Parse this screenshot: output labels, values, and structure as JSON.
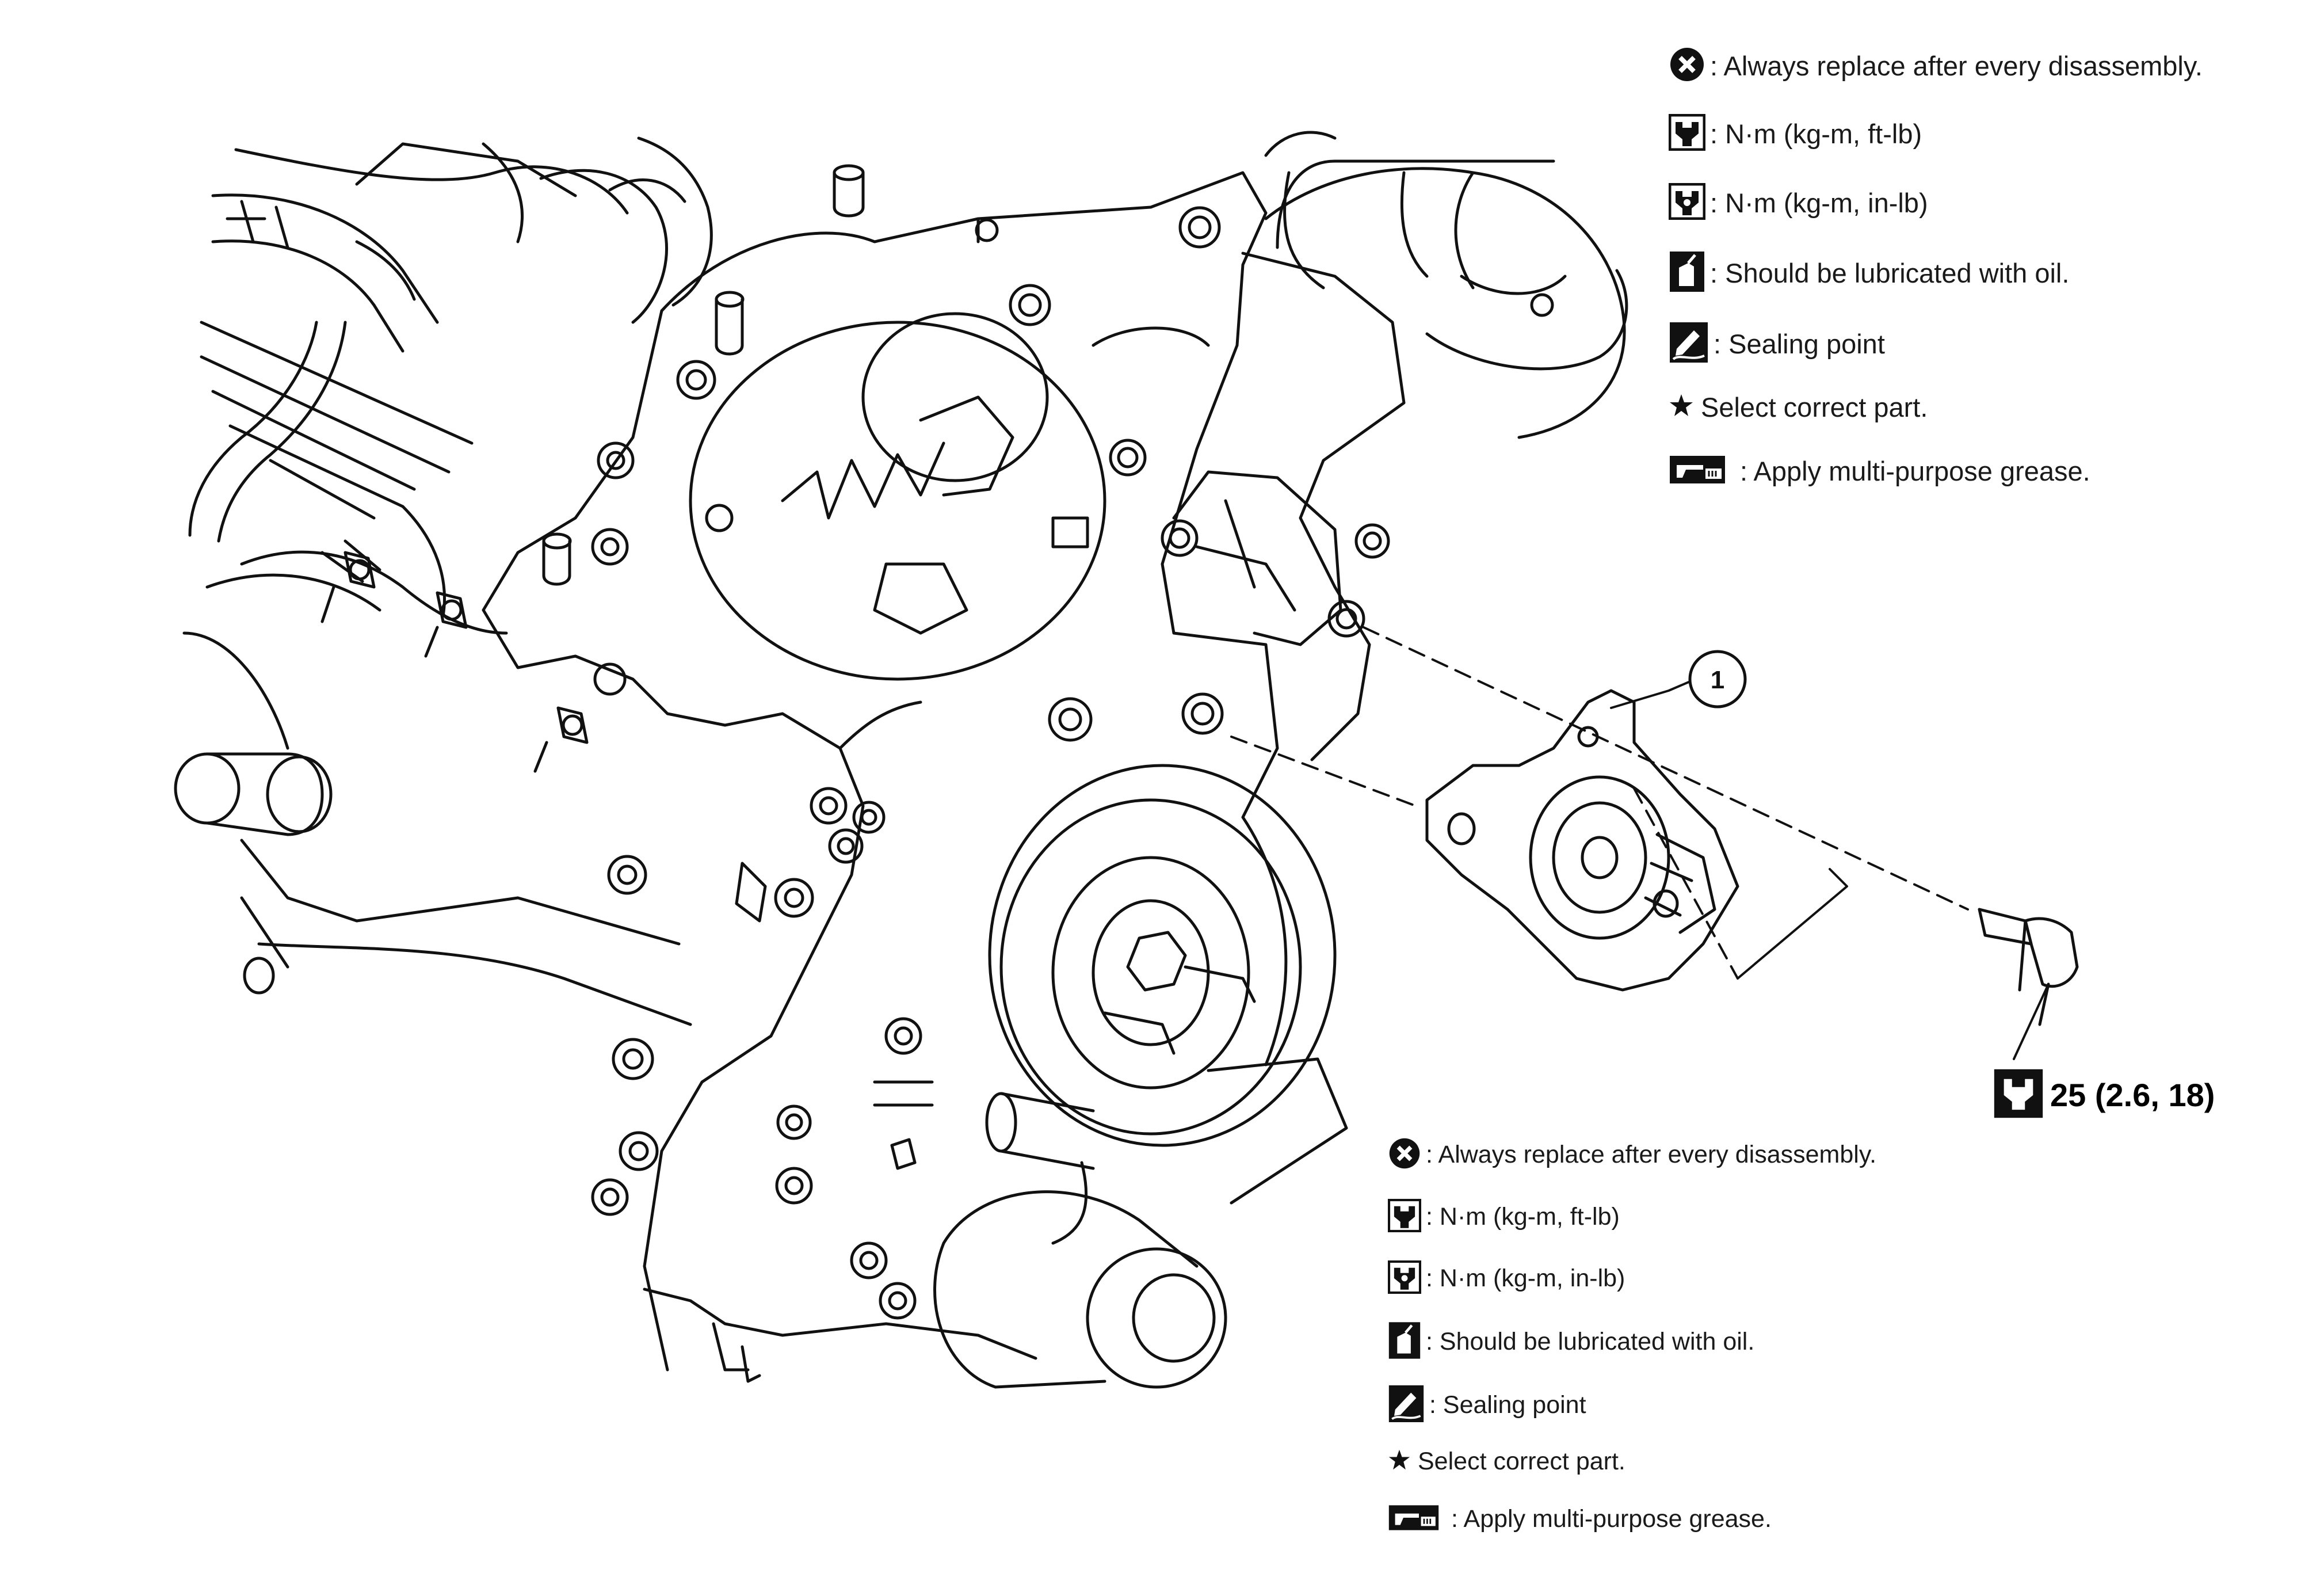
{
  "legend_top": [
    {
      "icon": "replace-x-icon",
      "text": ": Always replace after every disassembly."
    },
    {
      "icon": "torque-wrench-ftlb-icon",
      "text": ": N·m (kg-m, ft-lb)"
    },
    {
      "icon": "torque-wrench-inlb-icon",
      "text": ": N·m (kg-m, in-lb)"
    },
    {
      "icon": "oil-can-icon",
      "text": ": Should be lubricated with oil."
    },
    {
      "icon": "sealing-point-icon",
      "text": ": Sealing point"
    },
    {
      "icon": "star-icon",
      "text": "Select correct part."
    },
    {
      "icon": "grease-gun-icon",
      "text": ": Apply multi-purpose grease."
    }
  ],
  "legend_bottom": [
    {
      "icon": "replace-x-icon",
      "text": ": Always replace after every disassembly."
    },
    {
      "icon": "torque-wrench-ftlb-icon",
      "text": ": N·m (kg-m, ft-lb)"
    },
    {
      "icon": "torque-wrench-inlb-icon",
      "text": ": N·m (kg-m, in-lb)"
    },
    {
      "icon": "oil-can-icon",
      "text": ": Should be lubricated with oil."
    },
    {
      "icon": "sealing-point-icon",
      "text": ": Sealing point"
    },
    {
      "icon": "star-icon",
      "text": "Select correct part."
    },
    {
      "icon": "grease-gun-icon",
      "text": ": Apply multi-purpose grease."
    }
  ],
  "callout": {
    "number": "1"
  },
  "torque_spec": {
    "icon": "torque-wrench-ftlb-icon",
    "value": "25 (2.6, 18)"
  }
}
